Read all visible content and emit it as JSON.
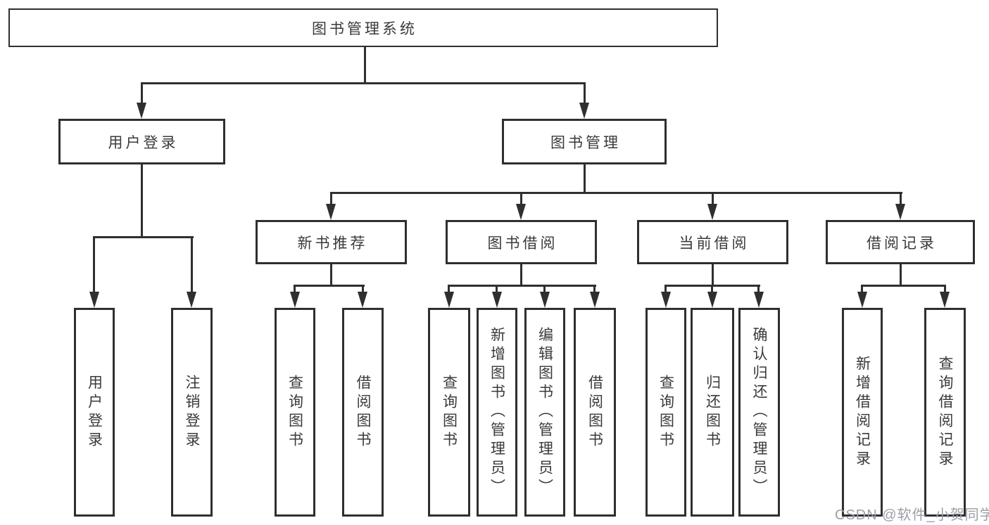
{
  "tree": {
    "root": {
      "label": "图书管理系统"
    },
    "branches": [
      {
        "label": "用户登录",
        "children": [
          {
            "label": "用户登录"
          },
          {
            "label": "注销登录"
          }
        ]
      },
      {
        "label": "图书管理",
        "children": [
          {
            "label": "新书推荐",
            "children": [
              {
                "label": "查询图书"
              },
              {
                "label": "借阅图书"
              }
            ]
          },
          {
            "label": "图书借阅",
            "children": [
              {
                "label": "查询图书"
              },
              {
                "label": "新增图书（管理员）"
              },
              {
                "label": "编辑图书（管理员）"
              },
              {
                "label": "借阅图书"
              }
            ]
          },
          {
            "label": "当前借阅",
            "children": [
              {
                "label": "查询图书"
              },
              {
                "label": "归还图书"
              },
              {
                "label": "确认归还（管理员）"
              }
            ]
          },
          {
            "label": "借阅记录",
            "children": [
              {
                "label": "新增借阅记录"
              },
              {
                "label": "查询借阅记录"
              }
            ]
          }
        ]
      }
    ]
  },
  "watermark": {
    "text": "CSDN @软件_小贺同学",
    "color": "#9aa0a6"
  },
  "colors": {
    "line": "#2f2f2f",
    "box_border": "#2f2f2f",
    "text": "#3a3a3a",
    "background": "#ffffff"
  }
}
